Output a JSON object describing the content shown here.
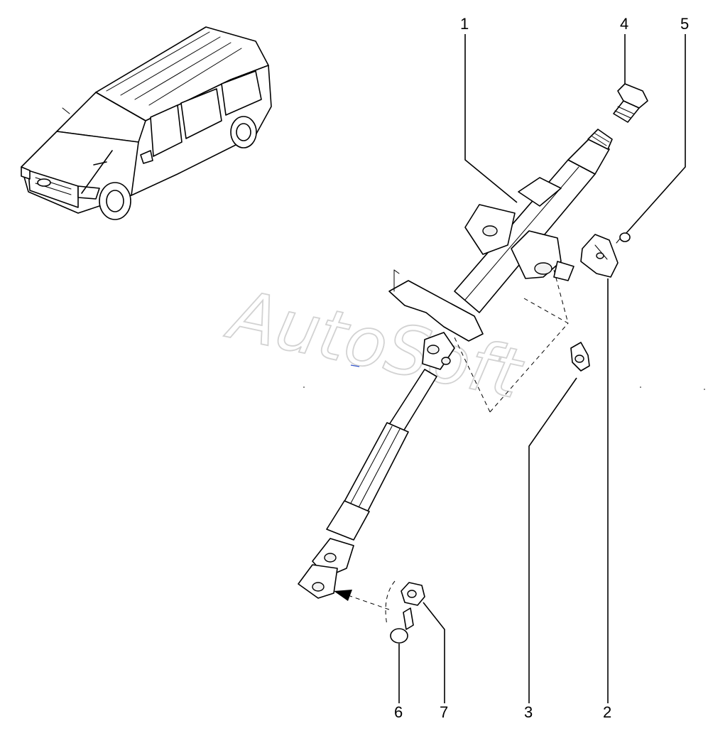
{
  "diagram": {
    "watermark": "AutoSoft",
    "callouts": [
      {
        "id": "1",
        "label": "1"
      },
      {
        "id": "2",
        "label": "2"
      },
      {
        "id": "3",
        "label": "3"
      },
      {
        "id": "4",
        "label": "4"
      },
      {
        "id": "5",
        "label": "5"
      },
      {
        "id": "6",
        "label": "6"
      },
      {
        "id": "7",
        "label": "7"
      }
    ],
    "colors": {
      "line": "#000000",
      "background": "#ffffff",
      "watermark": "#c4c4c4"
    }
  }
}
